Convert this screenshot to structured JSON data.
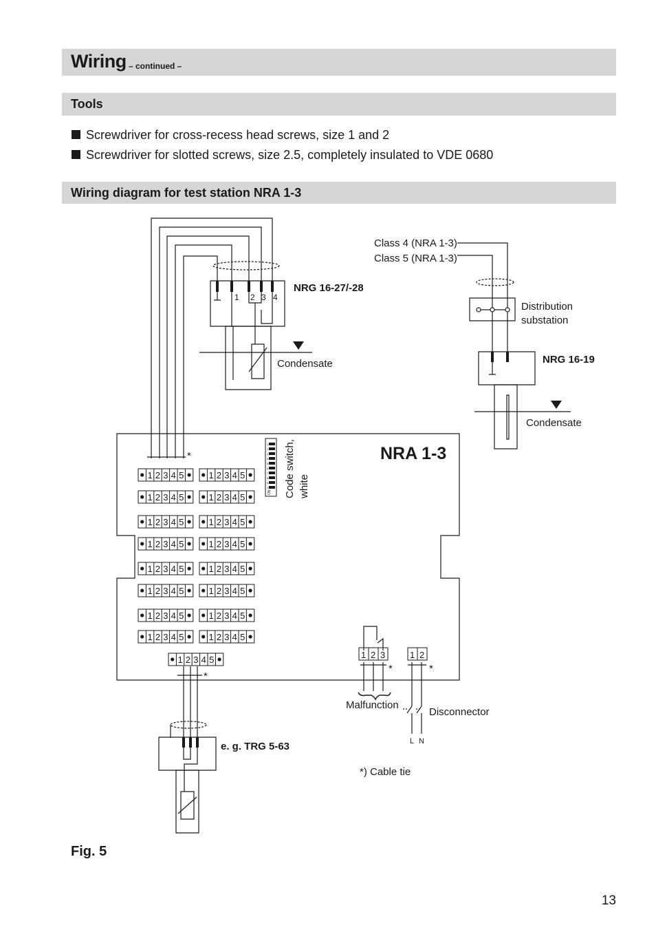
{
  "header": {
    "title": "Wiring",
    "subtitle": "– continued –"
  },
  "tools": {
    "heading": "Tools",
    "items": [
      "Screwdriver for cross-recess head screws, size 1 and 2",
      "Screwdriver for slotted screws, size 2.5, completely insulated to VDE 0680"
    ]
  },
  "diagram": {
    "heading": "Wiring diagram for test station NRA 1-3",
    "labels": {
      "nrg1627": "NRG 16-27/-28",
      "condensate": "Condensate",
      "class4": "Class 4 (NRA 1-3)",
      "class5": "Class 5 (NRA 1-3)",
      "distribution_line1": "Distribution",
      "distribution_line2": "substation",
      "nrg1619": "NRG 16-19",
      "nra": "NRA 1-3",
      "code_switch_line1": "Code switch,",
      "code_switch_line2": "white",
      "trg": "e. g. TRG 5-63",
      "malfunction": "Malfunction",
      "disconnector": "Disconnector",
      "cable_tie_note": "*) Cable tie",
      "asterisk": "*",
      "L": "L",
      "N": "N"
    },
    "electrode_terminals": [
      "1",
      "2",
      "3",
      "4"
    ],
    "terminal_digits": [
      "1",
      "2",
      "3",
      "4",
      "5"
    ],
    "malfunction_terminals": [
      "1",
      "2",
      "3"
    ],
    "power_terminals": [
      "1",
      "2"
    ],
    "code_switch_numbers": [
      "1",
      "2",
      "3",
      "4",
      "5",
      "6",
      "7",
      "8",
      "9",
      "10"
    ],
    "code_switch_on": "ON"
  },
  "figure": {
    "caption": "Fig. 5"
  },
  "page": {
    "number": "13"
  }
}
